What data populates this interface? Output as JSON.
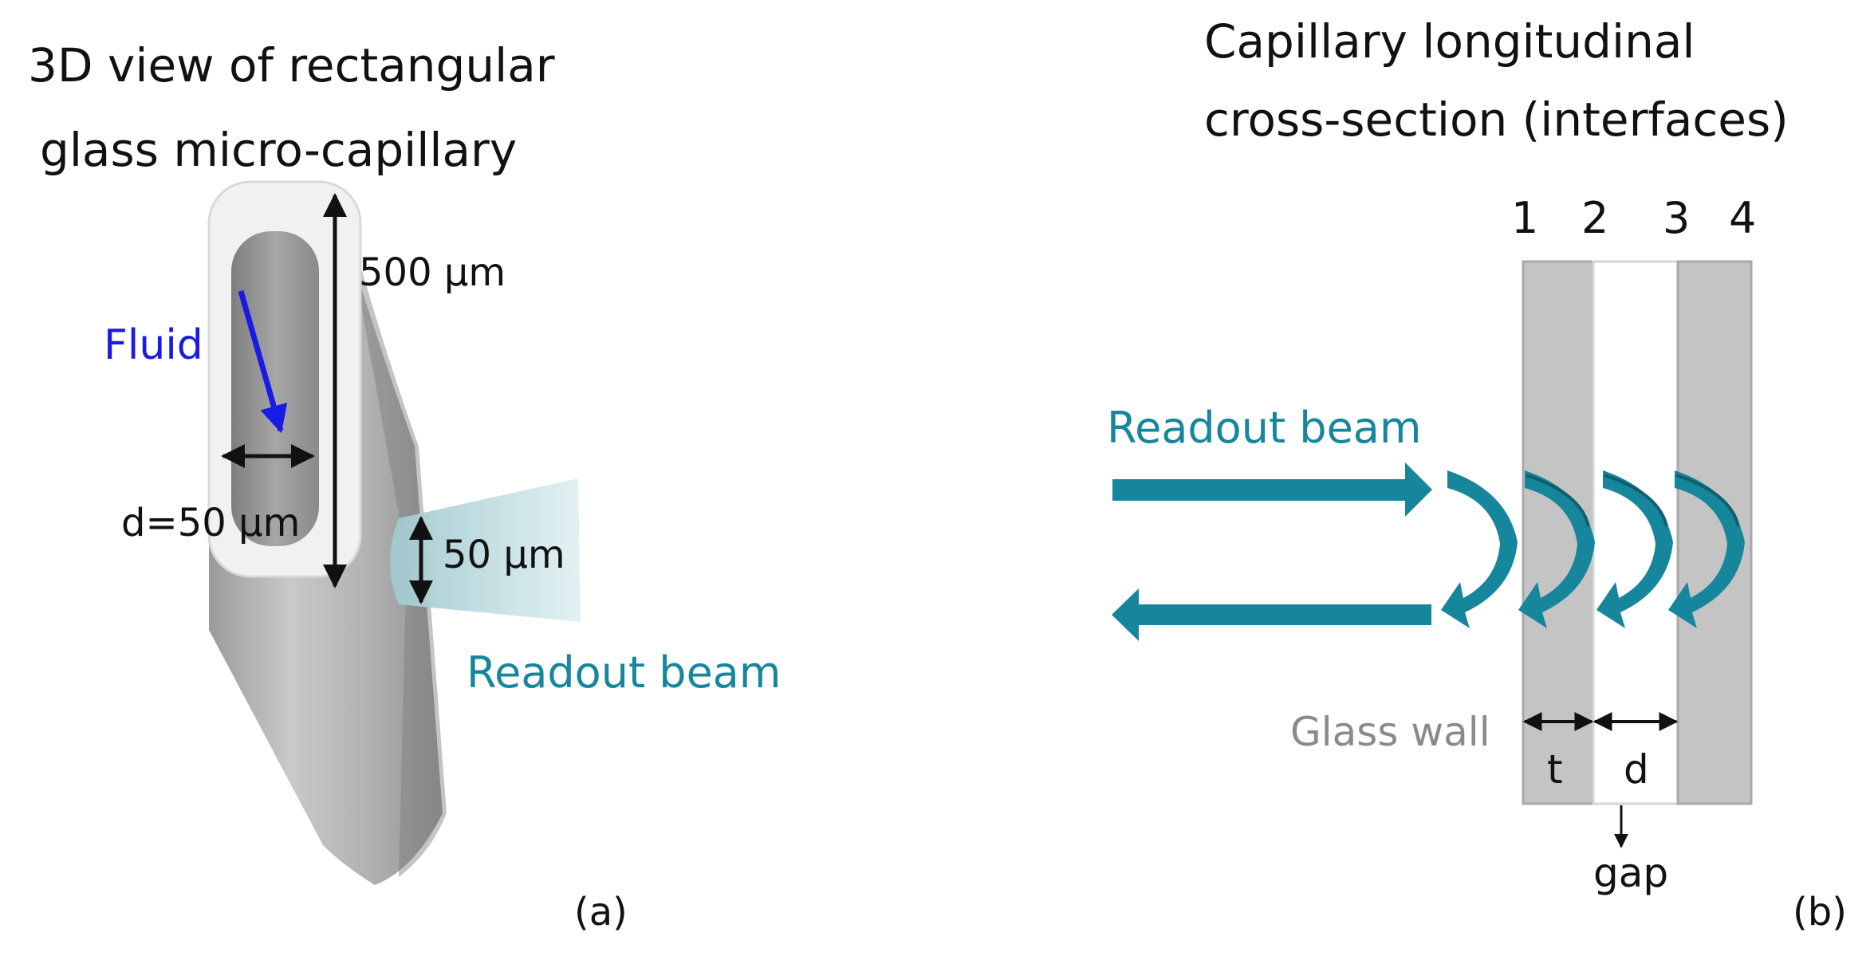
{
  "panel_a": {
    "title_line1": "3D view of rectangular",
    "title_line2": "glass micro-capillary",
    "fluid_label": "Fluid",
    "height_label": "500 µm",
    "inner_width_label": "d=50 µm",
    "beam_width_label": "50 µm",
    "beam_label": "Readout beam",
    "panel_tag": "(a)"
  },
  "panel_b": {
    "title_line1": "Capillary longitudinal",
    "title_line2": "cross-section (interfaces)",
    "interface_numbers": [
      "1",
      "2",
      "3",
      "4"
    ],
    "beam_label": "Readout beam",
    "wall_label": "Glass wall",
    "thickness_label": "t",
    "gap_width_label": "d",
    "gap_label": "gap",
    "panel_tag": "(b)"
  },
  "colors": {
    "beam": "#16869c",
    "fluid_arrow": "#1a1ae6",
    "fluid_text": "#1a1ae6",
    "glass_wall": "#c4c4c4",
    "glass_edge": "#a9a9a9",
    "wall_label": "#8a8a8a",
    "text": "#111111"
  }
}
